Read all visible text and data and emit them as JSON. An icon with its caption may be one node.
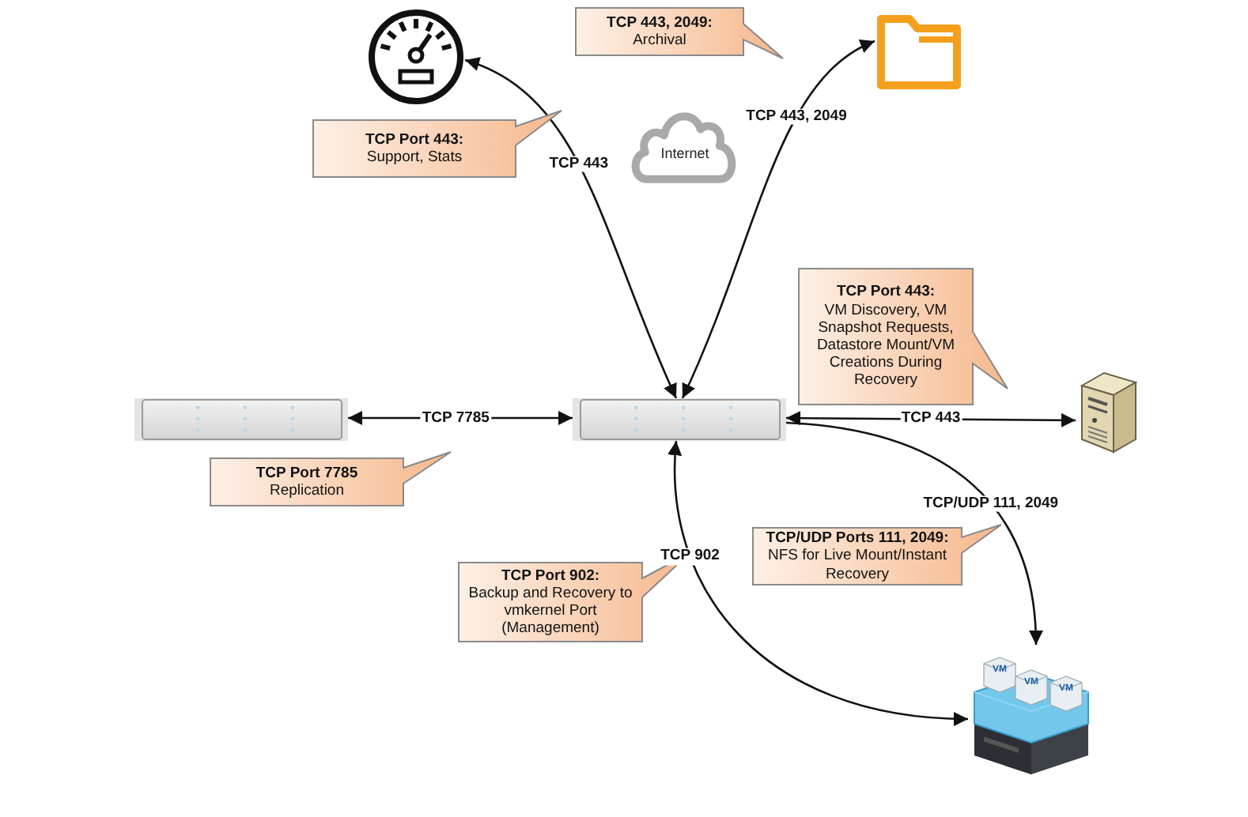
{
  "diagram": {
    "nodes": [
      {
        "text": [],
        "shape": "picture"
      },
      {
        "text": [
          "TCP 443, 2049:",
          "Archival"
        ]
      },
      {
        "text": [],
        "shape": "picture"
      },
      {
        "text": [
          "TCP Port 443:",
          "Support, Stats"
        ]
      },
      {
        "text": [
          "Internet"
        ]
      },
      {
        "text": [
          "TCP Port 443:",
          "VM Discovery, VM Snapshot Requests, Datastore Mount/VM Creations During Recovery"
        ]
      },
      {
        "text": [],
        "shape": "picture"
      },
      {
        "text": [],
        "shape": "picture"
      },
      {
        "text": [],
        "shape": "picture"
      },
      {
        "text": [
          "TCP Port 7785",
          "Replication"
        ]
      },
      {
        "text": [
          "TCP Port 902:",
          "Backup and Recovery to vmkernel Port (Management)"
        ]
      },
      {
        "text": [
          "TCP/UDP Ports 111, 2049:",
          "NFS for Live Mount/Instant Recovery"
        ]
      },
      {
        "text": [],
        "shape": "picture"
      }
    ],
    "edges": [
      {
        "from": 7,
        "to": 0,
        "arrow": "both",
        "label": "TCP 443"
      },
      {
        "from": 7,
        "to": 2,
        "arrow": "both",
        "label": "TCP 443, 2049"
      },
      {
        "from": 6,
        "to": 7,
        "arrow": "both",
        "label": "TCP 7785"
      },
      {
        "from": 7,
        "to": 8,
        "arrow": "both",
        "label": "TCP 443"
      },
      {
        "from": 7,
        "to": 12,
        "arrow": "to",
        "label": "TCP/UDP 111, 2049"
      },
      {
        "from": 7,
        "to": 12,
        "arrow": "both",
        "label": "TCP 902"
      }
    ],
    "labels": [
      "VM",
      "VM",
      "VM"
    ]
  }
}
